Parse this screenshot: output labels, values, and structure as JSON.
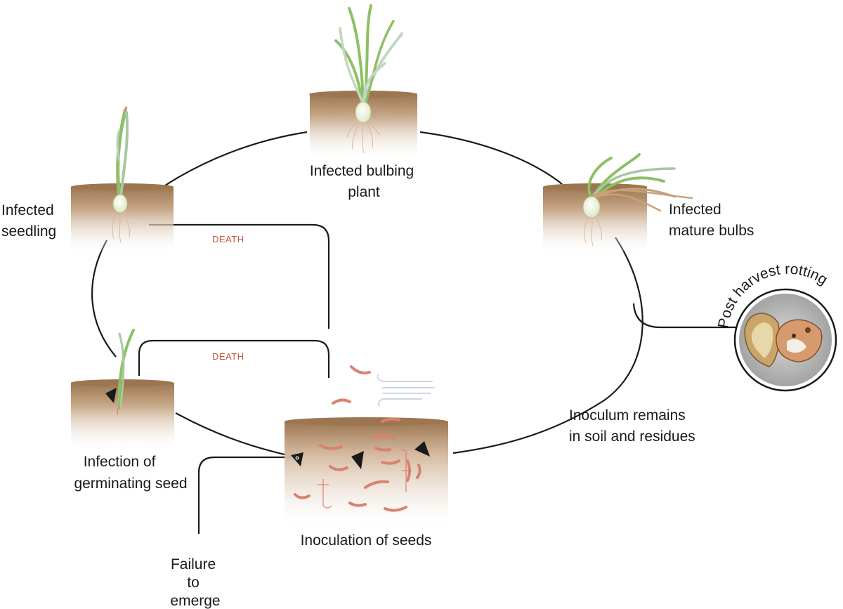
{
  "labels": {
    "infected_bulbing_plant": [
      "Infected bulbing",
      "plant"
    ],
    "infected_seedling": [
      "Infected",
      "seedling"
    ],
    "infected_mature_bulbs": [
      "Infected",
      "mature bulbs"
    ],
    "post_harvest_rotting": "Post harvest rotting",
    "infection_germinating_seed": [
      "Infection of",
      "germinating seed"
    ],
    "inoculation_of_seeds": "Inoculation of seeds",
    "inoculum_remains": [
      "Inoculum remains",
      "in soil and residues"
    ],
    "failure_to_emerge": [
      "Failure",
      "to",
      "emerge"
    ],
    "death_upper": "DEATH",
    "death_lower": "DEATH"
  },
  "colors": {
    "soil_top": "#a9825a",
    "soil_fade": "#ffffff",
    "leaf": "#8dc063",
    "leaf_pale": "#c2d6c2",
    "fungus": "#d9826f",
    "death": "#c8553d",
    "line": "#1a1a1a"
  },
  "icons": [
    "seedling-icon",
    "bulbing-plant-icon",
    "mature-bulb-icon",
    "germinating-seed-icon",
    "inoculated-soil-icon",
    "rotting-onion-photo-icon",
    "wind-icon"
  ]
}
